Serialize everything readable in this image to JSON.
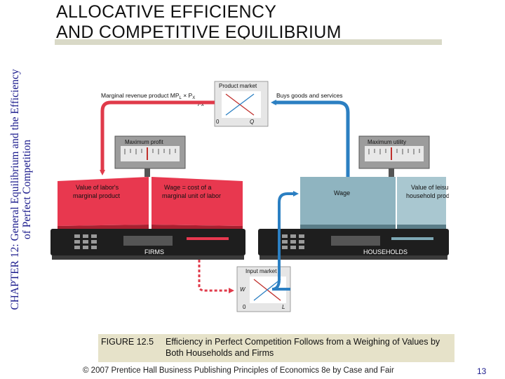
{
  "sidebar": {
    "line1": "CHAPTER 12: General Equilibrium and the Efficiency",
    "line2": "of Perfect Competition"
  },
  "title": {
    "line1": "ALLOCATIVE EFFICIENCY",
    "line2": "AND COMPETITIVE EQUILIBRIUM"
  },
  "diagram": {
    "product_market": "Product market",
    "mrp_label": "Marginal revenue product MP",
    "mrp_sub": "L",
    "mrp_times": " × P",
    "mrp_sub2": "X",
    "fx_label": "Fx",
    "buys_label": "Buys goods and services",
    "pm_zero": "0",
    "pm_q": "Q",
    "max_profit": "Maximum profit",
    "max_utility": "Maximum utility",
    "value_labor_1": "Value of labor's",
    "value_labor_2": "marginal product",
    "wage_cost_1": "Wage = cost of a",
    "wage_cost_2": "marginal unit of labor",
    "wage": "Wage",
    "leisure_1": "Value of leisure and",
    "leisure_2": "household production",
    "firms": "FIRMS",
    "households": "HOUSEHOLDS",
    "input_market": "Input market",
    "im_w": "W",
    "im_zero": "0",
    "im_l": "L"
  },
  "caption": {
    "label": "FIGURE 12.5",
    "text": "Efficiency in Perfect Competition Follows from a Weighing of Values by Both Households and Firms"
  },
  "footer": "© 2007 Prentice Hall Business Publishing   Principles of Economics 8e by Case and Fair",
  "page_number": "13",
  "colors": {
    "firms_red": "#e8384f",
    "households_teal": "#7ea8b5",
    "arrow_red": "#e03a4a",
    "arrow_blue": "#2b7fc2",
    "sidebar_text": "#1a1a8c"
  }
}
